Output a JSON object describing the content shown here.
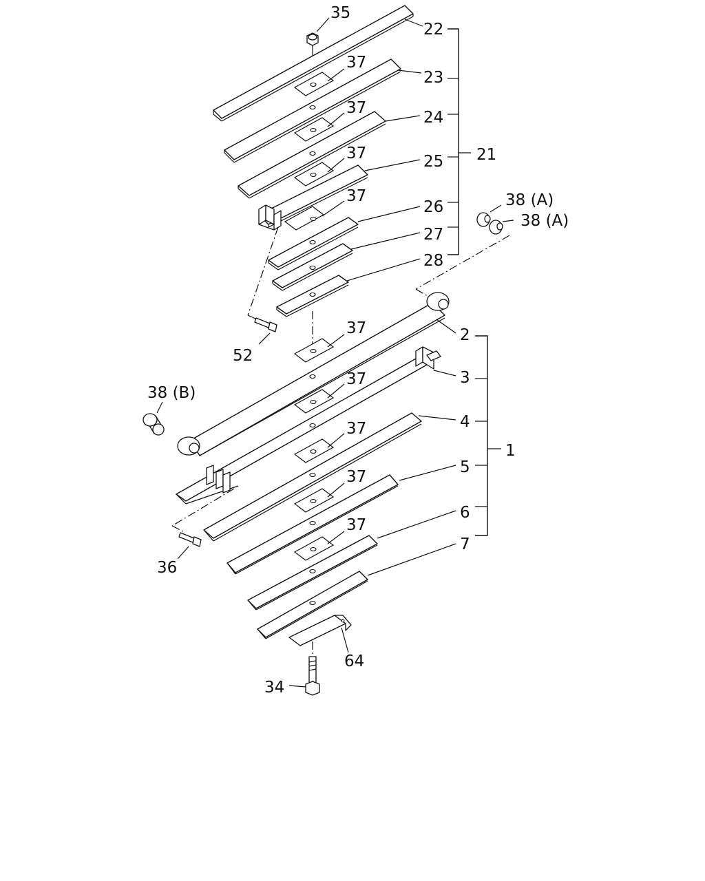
{
  "labels": {
    "p35": "35",
    "p22": "22",
    "p23": "23",
    "p24": "24",
    "p25": "25",
    "p26": "26",
    "p27": "27",
    "p28": "28",
    "p21": "21",
    "p37": "37",
    "p38a": "38 (A)",
    "p38b": "38 (B)",
    "p52": "52",
    "p2": "2",
    "p3": "3",
    "p4": "4",
    "p5": "5",
    "p6": "6",
    "p7": "7",
    "p1": "1",
    "p36": "36",
    "p64": "64",
    "p34": "34"
  }
}
